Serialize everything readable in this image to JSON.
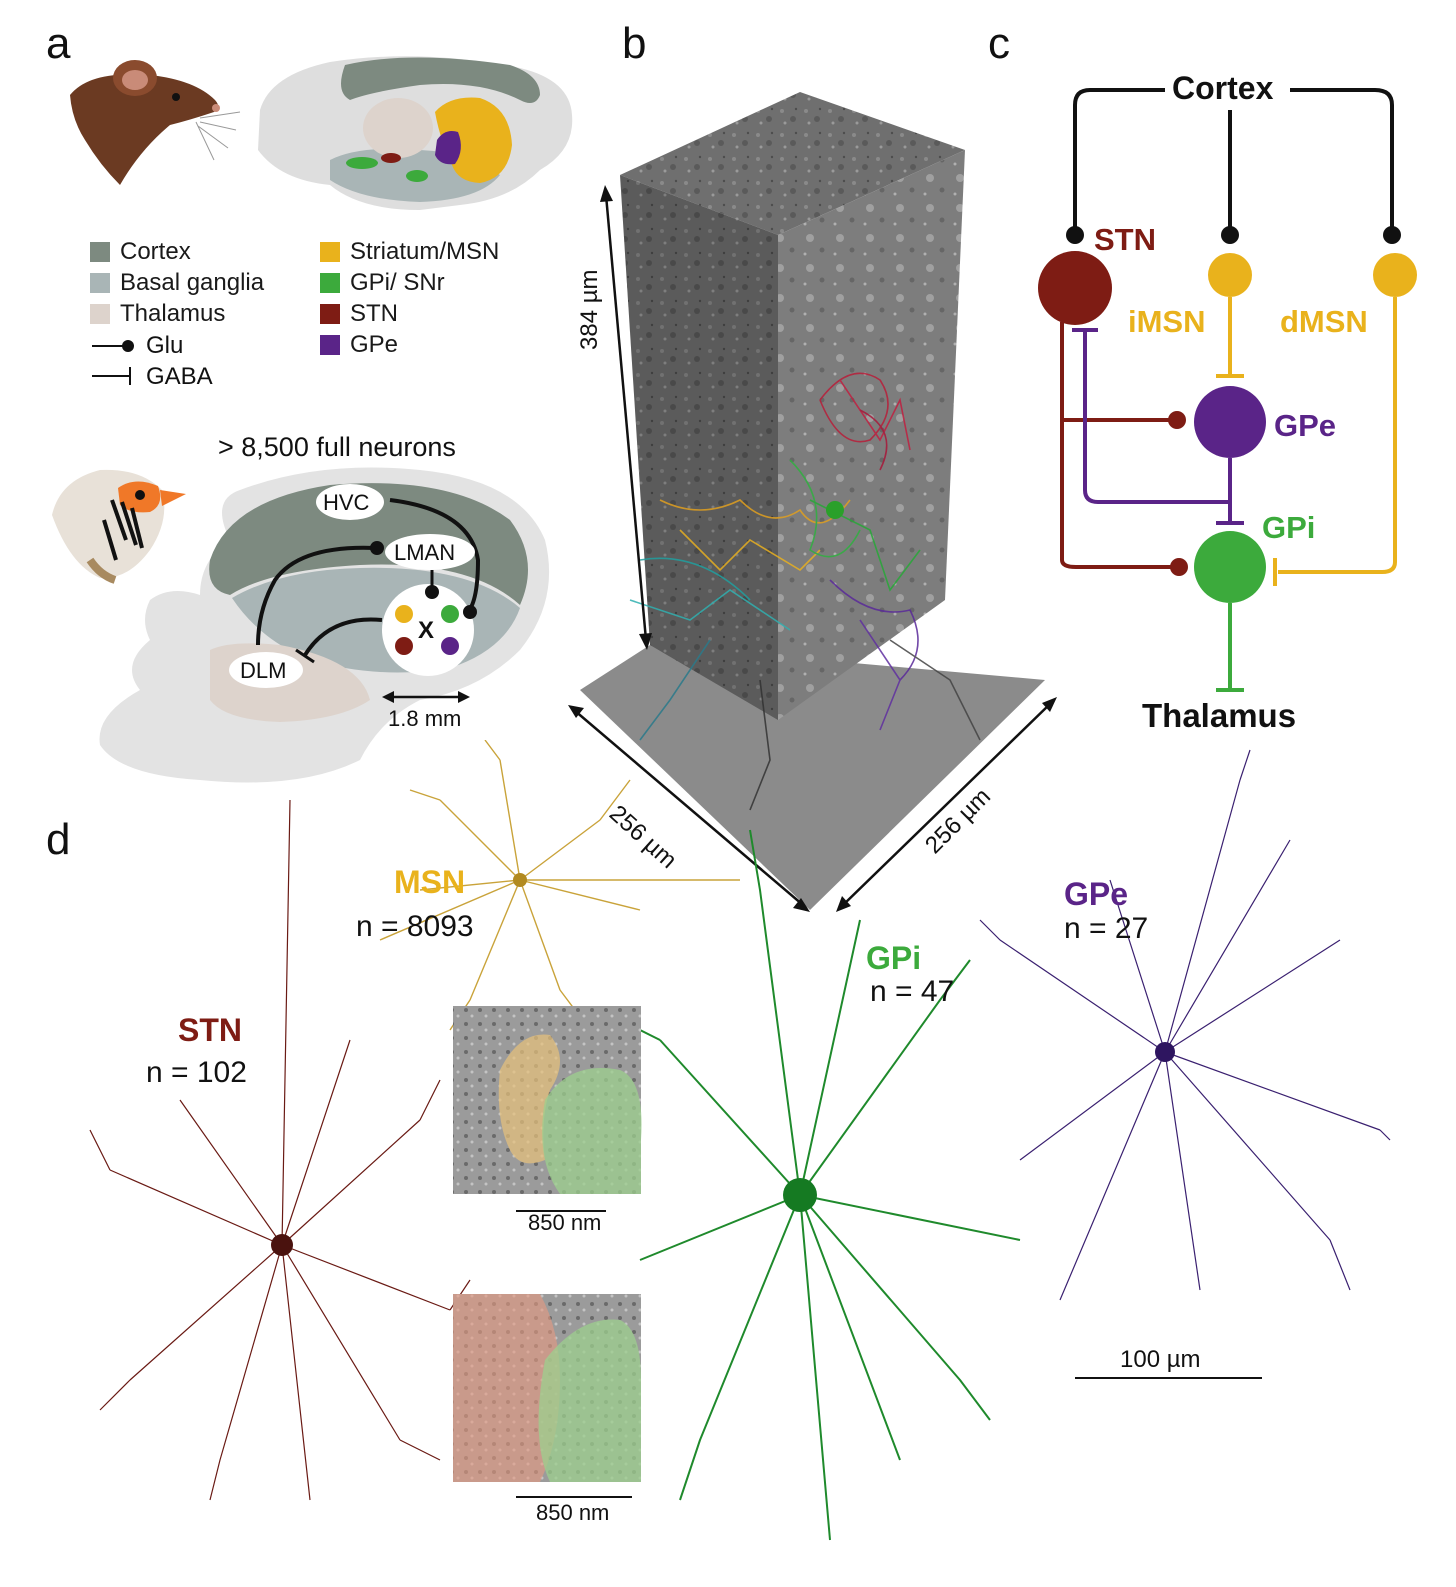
{
  "panels": {
    "a": "a",
    "b": "b",
    "c": "c",
    "d": "d"
  },
  "colors": {
    "cortex": "#7d8a80",
    "basal_ganglia": "#a9b5b6",
    "thalamus": "#ddd3cc",
    "striatum": "#e9b21c",
    "gpi": "#3caa3c",
    "stn": "#7e1c14",
    "gpe": "#5a2488"
  },
  "legend": {
    "left": [
      {
        "label": "Cortex",
        "color": "#7d8a80"
      },
      {
        "label": "Basal ganglia",
        "color": "#a9b5b6"
      },
      {
        "label": "Thalamus",
        "color": "#ddd3cc"
      }
    ],
    "right": [
      {
        "label": "Striatum/MSN",
        "color": "#e9b21c"
      },
      {
        "label": "GPi/ SNr",
        "color": "#3caa3c"
      },
      {
        "label": "STN",
        "color": "#7e1c14"
      },
      {
        "label": "GPe",
        "color": "#5a2488"
      }
    ],
    "glu": "Glu",
    "gaba": "GABA"
  },
  "bird": {
    "title": "> 8,500 full neurons",
    "hvc": "HVC",
    "lman": "LMAN",
    "dlm": "DLM",
    "x": "X",
    "scale": "1.8 mm"
  },
  "volume": {
    "height_label": "384 µm",
    "width_label_left": "256 µm",
    "width_label_right": "256 µm"
  },
  "circuit": {
    "cortex": "Cortex",
    "stn": "STN",
    "imsn": "iMSN",
    "dmsn": "dMSN",
    "gpe": "GPe",
    "gpi": "GPi",
    "thalamus": "Thalamus"
  },
  "neurons": {
    "msn": {
      "name": "MSN",
      "count": "n = 8093"
    },
    "stn": {
      "name": "STN",
      "count": "n = 102"
    },
    "gpi": {
      "name": "GPi",
      "count": "n = 47"
    },
    "gpe": {
      "name": "GPe",
      "count": "n = 27"
    },
    "em_scale_top": "850 nm",
    "em_scale_bottom": "850 nm",
    "scale_bar": "100 µm"
  }
}
